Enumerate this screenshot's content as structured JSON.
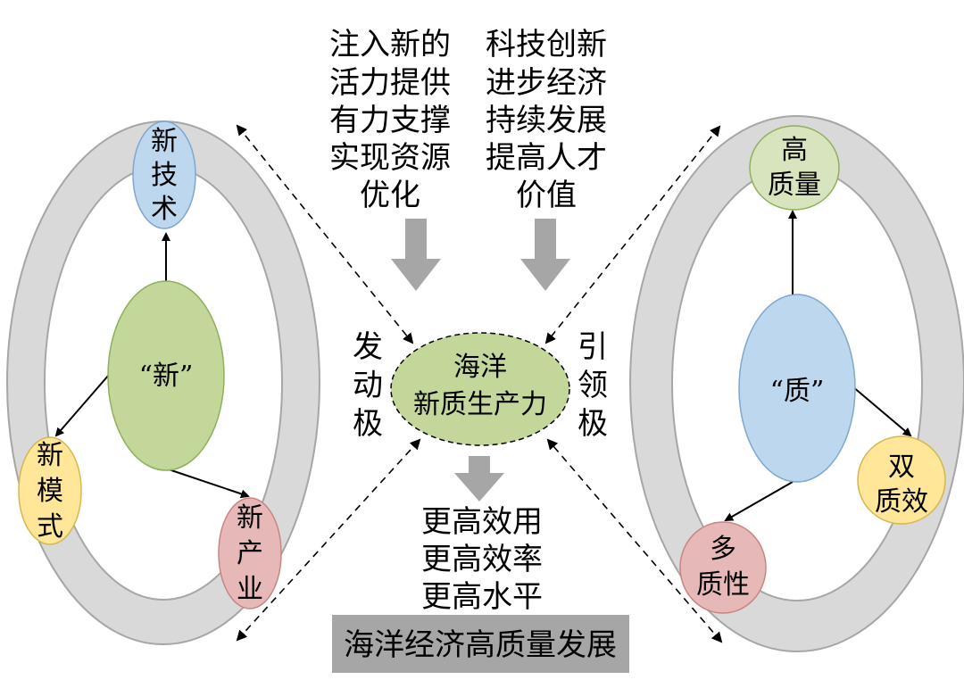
{
  "colors": {
    "ring_gray": "#d9d9d9",
    "ring_stroke": "#a6a6a6",
    "green_fill": "#c4d79b",
    "green_stroke": "#8fb05c",
    "light_green_fill": "#d7e4bd",
    "blue_fill": "#bdd7ee",
    "blue_stroke": "#7fa7cf",
    "yellow_fill": "#ffe699",
    "yellow_stroke": "#d6b74d",
    "red_fill": "#e6b8b7",
    "red_stroke": "#c98584",
    "arrow_gray": "#a6a6a6",
    "banner_gray": "#a6a6a6"
  },
  "top_left_text": [
    "注入新的",
    "活力提供",
    "有力支撑",
    "实现资源",
    "优化"
  ],
  "top_right_text": [
    "科技创新",
    "进步经济",
    "持续发展",
    "提高人才",
    "价值"
  ],
  "bottom_text": [
    "更高效用",
    "更高效率",
    "更高水平"
  ],
  "banner": "海洋经济高质量发展",
  "center": {
    "line1": "海洋",
    "line2": "新质生产力"
  },
  "left_pole": [
    "发",
    "动",
    "极"
  ],
  "right_pole": [
    "引",
    "领",
    "极"
  ],
  "left_cycle": {
    "center": "“新”",
    "tech": [
      "新",
      "技",
      "术"
    ],
    "mode": [
      "新",
      "模",
      "式"
    ],
    "industry": [
      "新",
      "产",
      "业"
    ]
  },
  "right_cycle": {
    "center": "“质”",
    "quality": [
      "高",
      "质量"
    ],
    "double": [
      "双",
      "质效"
    ],
    "diversity": [
      "多",
      "质性"
    ]
  }
}
